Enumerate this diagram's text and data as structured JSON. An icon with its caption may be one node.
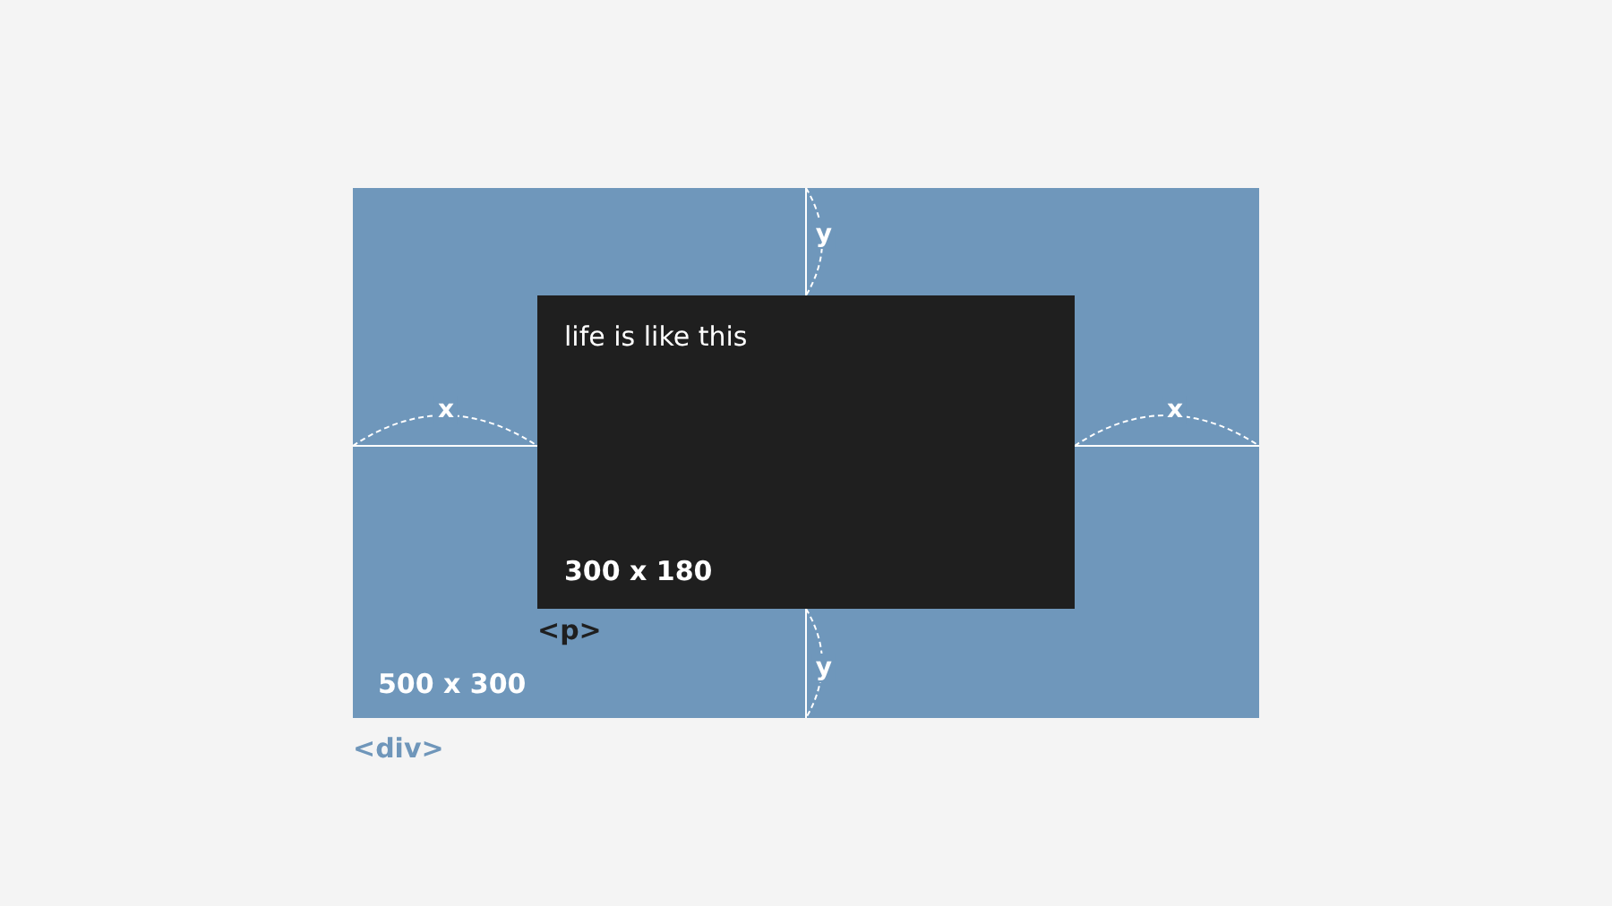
{
  "diagram": {
    "nodes": [
      {
        "text": [
          "500 x 300"
        ],
        "beside": [
          "<div>"
        ]
      },
      {
        "text": [
          "life is like this",
          "300 x 180"
        ],
        "in": 0,
        "beside": [
          "<p>"
        ]
      }
    ],
    "labels": [
      "y",
      "x",
      "x",
      "y"
    ]
  }
}
